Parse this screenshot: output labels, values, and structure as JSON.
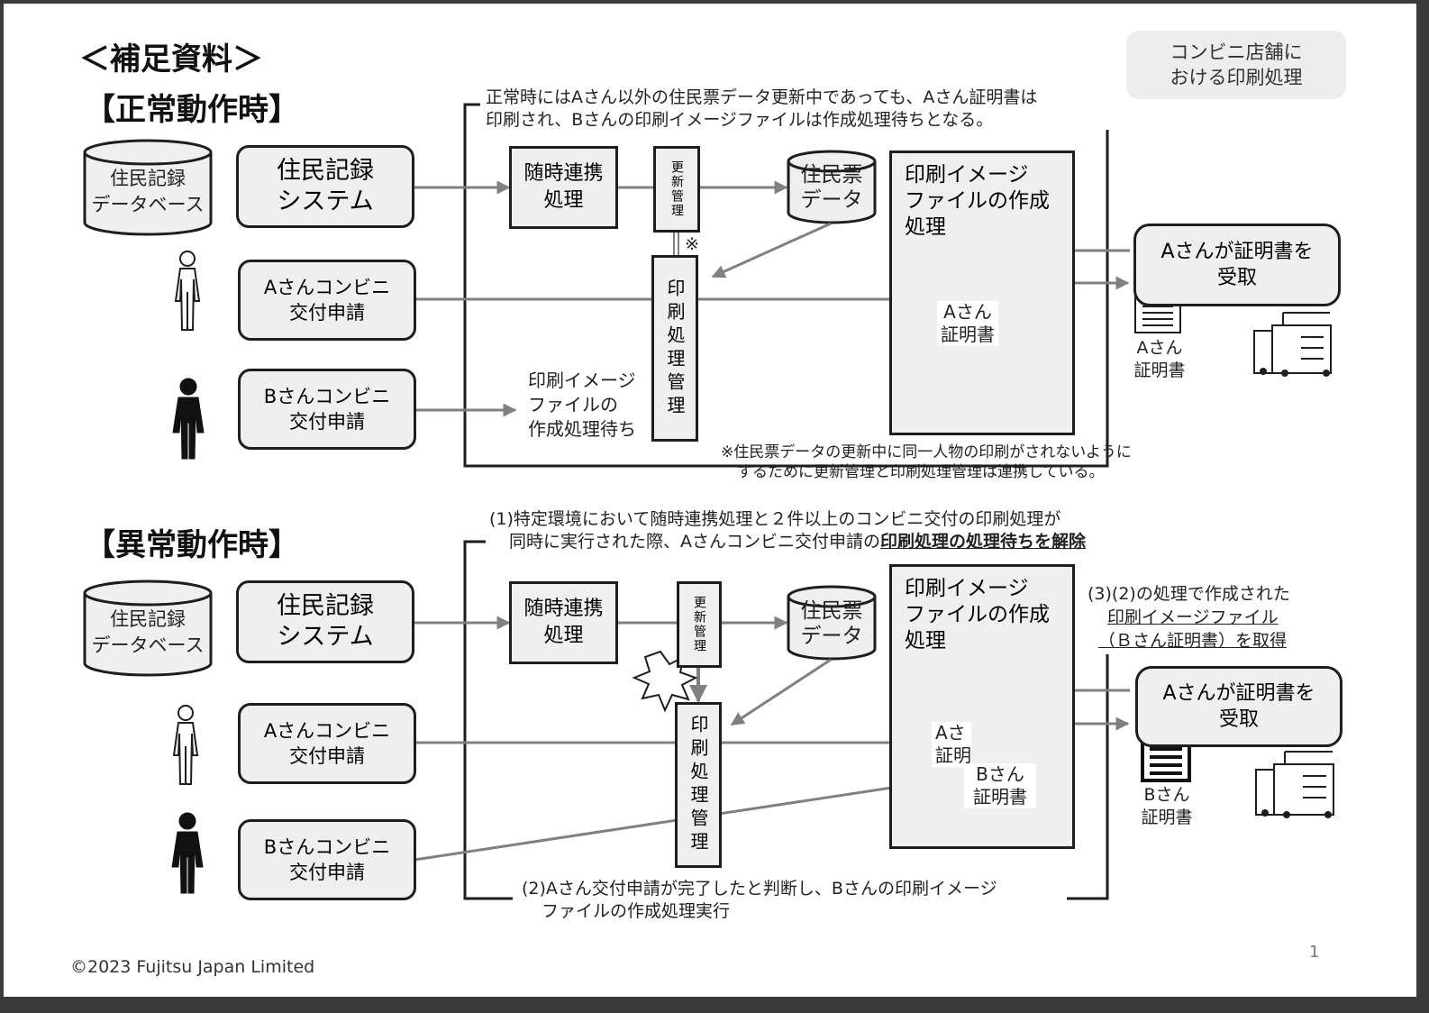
{
  "slide": {
    "title": "＜補足資料＞",
    "corner_note": [
      "コンビニ店舗に",
      "おける印刷処理"
    ],
    "copyright": "©2023 Fujitsu Japan Limited",
    "page_number": "1"
  },
  "normal": {
    "heading": "【正常動作時】",
    "note_top": [
      "正常時にはAさん以外の住民票データ更新中であっても、Aさん証明書は",
      "印刷され、Bさんの印刷イメージファイルは作成処理待ちとなる。"
    ],
    "db": [
      "住民記録",
      "データベース"
    ],
    "system": [
      "住民記録",
      "システム"
    ],
    "req_a": [
      "Aさんコンビニ",
      "交付申請"
    ],
    "req_b": [
      "Bさんコンビニ",
      "交付申請"
    ],
    "realtime": [
      "随時連携",
      "処理"
    ],
    "update_mgmt": "更新管理",
    "print_mgmt": "印刷処理管理",
    "juminhyo": [
      "住民票",
      "データ"
    ],
    "image_creation": [
      "印刷イメージ",
      "ファイルの作成",
      "処理"
    ],
    "doc_a_label": [
      "Aさん",
      "証明書"
    ],
    "waiting": [
      "印刷イメージ",
      "ファイルの",
      "作成処理待ち"
    ],
    "receive": [
      "Aさんが証明書を",
      "受取"
    ],
    "store_doc_label": [
      "Aさん",
      "証明書"
    ],
    "kome": "※",
    "footnote": [
      "※住民票データの更新中に同一人物の印刷がされないように",
      "するために更新管理と印刷処理管理は連携している。"
    ]
  },
  "abnormal": {
    "heading": "【異常動作時】",
    "note_top_line1": "(1)特定環境において随時連携処理と２件以上のコンビニ交付の印刷処理が",
    "note_top_line2_plain": "同時に実行された際、Aさんコンビニ交付申請の",
    "note_top_line2_bold": "印刷処理の処理待ちを解除",
    "db": [
      "住民記録",
      "データベース"
    ],
    "system": [
      "住民記録",
      "システム"
    ],
    "req_a": [
      "Aさんコンビニ",
      "交付申請"
    ],
    "req_b": [
      "Bさんコンビニ",
      "交付申請"
    ],
    "realtime": [
      "随時連携",
      "処理"
    ],
    "update_mgmt": "更新管理",
    "print_mgmt": "印刷処理管理",
    "juminhyo": [
      "住民票",
      "データ"
    ],
    "image_creation": [
      "印刷イメージ",
      "ファイルの作成",
      "処理"
    ],
    "doc_a_label": [
      "Aさ",
      "証明"
    ],
    "doc_b_label": [
      "Bさん",
      "証明書"
    ],
    "note_right": [
      "(3)(2)の処理で作成された",
      "印刷イメージファイル",
      "（Ｂさん証明書）を取得"
    ],
    "receive": [
      "Aさんが証明書を",
      "受取"
    ],
    "store_doc_label": [
      "Bさん",
      "証明書"
    ],
    "note_bottom": [
      "(2)Aさん交付申請が完了したと判断し、Bさんの印刷イメージ",
      "ファイルの作成処理実行"
    ]
  }
}
